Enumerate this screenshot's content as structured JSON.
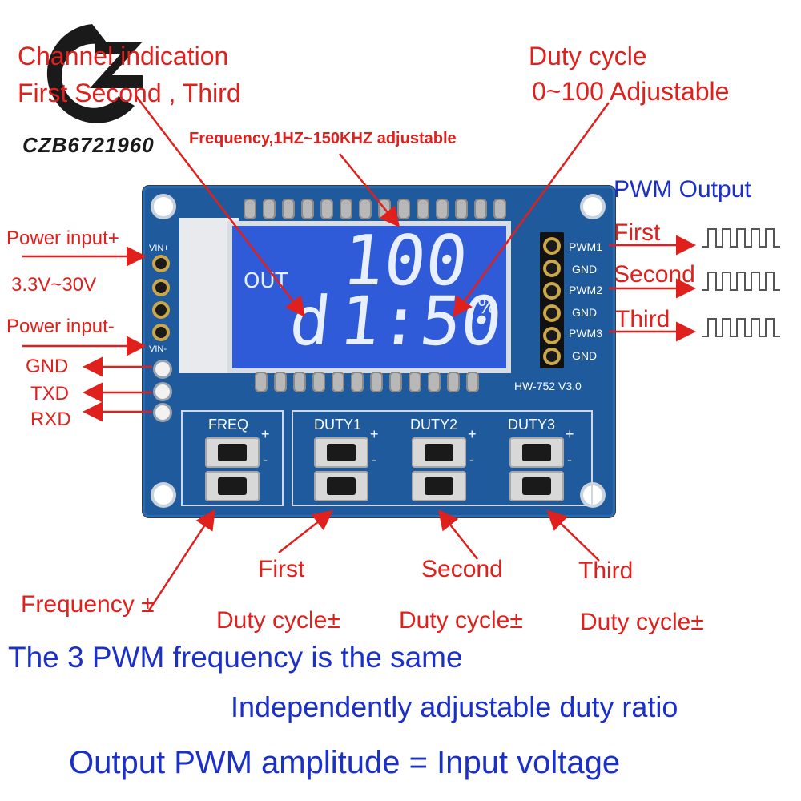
{
  "watermark": {
    "brand": "CZB6721960"
  },
  "annotations": {
    "channel_line1": "Channel indication",
    "channel_line2": "First  Second , Third",
    "duty_line1": "Duty cycle",
    "duty_line2": "0~100 Adjustable",
    "frequency_note": "Frequency,1HZ~150KHZ adjustable",
    "pwm_output": "PWM Output",
    "out_first": "First",
    "out_second": "Second",
    "out_third": "Third",
    "power_plus": "Power input+",
    "voltage_range": "3.3V~30V",
    "power_minus": "Power input-",
    "gnd": "GND",
    "txd": "TXD",
    "rxd": "RXD",
    "btn_first": "First",
    "btn_second": "Second",
    "btn_third": "Third",
    "freq_pm": "Frequency ±",
    "duty_pm_1": "Duty cycle±",
    "duty_pm_2": "Duty cycle±",
    "duty_pm_3": "Duty cycle±"
  },
  "board": {
    "model": "HW-752 V3.0",
    "vin_plus": "VIN+",
    "vin_minus": "VIN-",
    "pwm1": "PWM1",
    "pwm2": "PWM2",
    "pwm3": "PWM3",
    "gnd1": "GND",
    "gnd2": "GND",
    "gnd3": "GND",
    "freq_label": "FREQ",
    "duty1_label": "DUTY1",
    "duty2_label": "DUTY2",
    "duty3_label": "DUTY3",
    "plus": "+",
    "minus": "-"
  },
  "lcd": {
    "out": "OUT",
    "top_value": "100",
    "channel_char": "d",
    "bottom_value": "1:50",
    "percent": "%"
  },
  "footer": {
    "line1": "The 3 PWM frequency is the same",
    "line2": "Independently adjustable duty ratio",
    "line3": "Output PWM amplitude = Input voltage"
  },
  "colors": {
    "annotation": "#e0201c",
    "footer": "#1a30c8",
    "board": "#1f5a9c",
    "lcd": "#2f5bd8"
  }
}
